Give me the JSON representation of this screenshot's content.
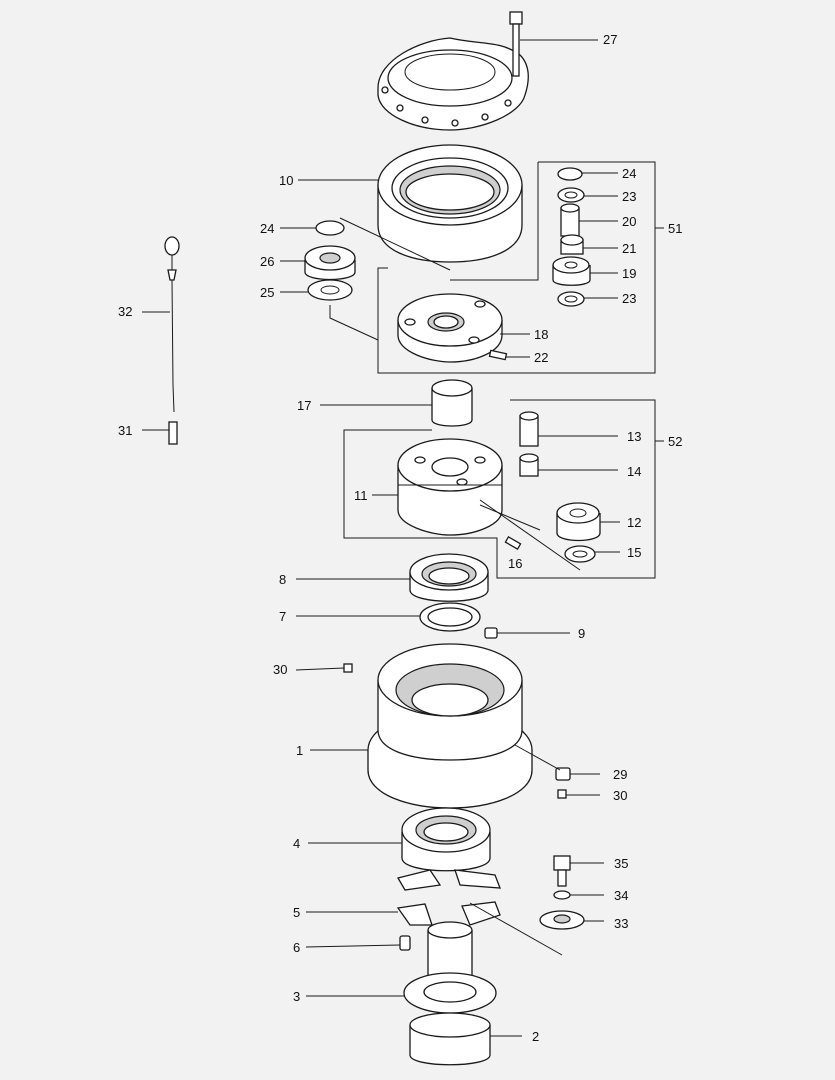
{
  "callouts": [
    {
      "id": "c27",
      "text": "27"
    },
    {
      "id": "c10",
      "text": "10"
    },
    {
      "id": "c24a",
      "text": "24"
    },
    {
      "id": "c23a",
      "text": "23"
    },
    {
      "id": "c20",
      "text": "20"
    },
    {
      "id": "c51",
      "text": "51"
    },
    {
      "id": "c24b",
      "text": "24"
    },
    {
      "id": "c21",
      "text": "21"
    },
    {
      "id": "c26",
      "text": "26"
    },
    {
      "id": "c19",
      "text": "19"
    },
    {
      "id": "c25",
      "text": "25"
    },
    {
      "id": "c23b",
      "text": "23"
    },
    {
      "id": "c32",
      "text": "32"
    },
    {
      "id": "c18",
      "text": "18"
    },
    {
      "id": "c22",
      "text": "22"
    },
    {
      "id": "c17",
      "text": "17"
    },
    {
      "id": "c31",
      "text": "31"
    },
    {
      "id": "c13",
      "text": "13"
    },
    {
      "id": "c52",
      "text": "52"
    },
    {
      "id": "c14",
      "text": "14"
    },
    {
      "id": "c11",
      "text": "11"
    },
    {
      "id": "c12",
      "text": "12"
    },
    {
      "id": "c15",
      "text": "15"
    },
    {
      "id": "c16",
      "text": "16"
    },
    {
      "id": "c8",
      "text": "8"
    },
    {
      "id": "c7",
      "text": "7"
    },
    {
      "id": "c9",
      "text": "9"
    },
    {
      "id": "c30a",
      "text": "30"
    },
    {
      "id": "c1",
      "text": "1"
    },
    {
      "id": "c29",
      "text": "29"
    },
    {
      "id": "c30b",
      "text": "30"
    },
    {
      "id": "c4",
      "text": "4"
    },
    {
      "id": "c35",
      "text": "35"
    },
    {
      "id": "c34",
      "text": "34"
    },
    {
      "id": "c5",
      "text": "5"
    },
    {
      "id": "c33",
      "text": "33"
    },
    {
      "id": "c6",
      "text": "6"
    },
    {
      "id": "c3",
      "text": "3"
    },
    {
      "id": "c2",
      "text": "2"
    }
  ]
}
